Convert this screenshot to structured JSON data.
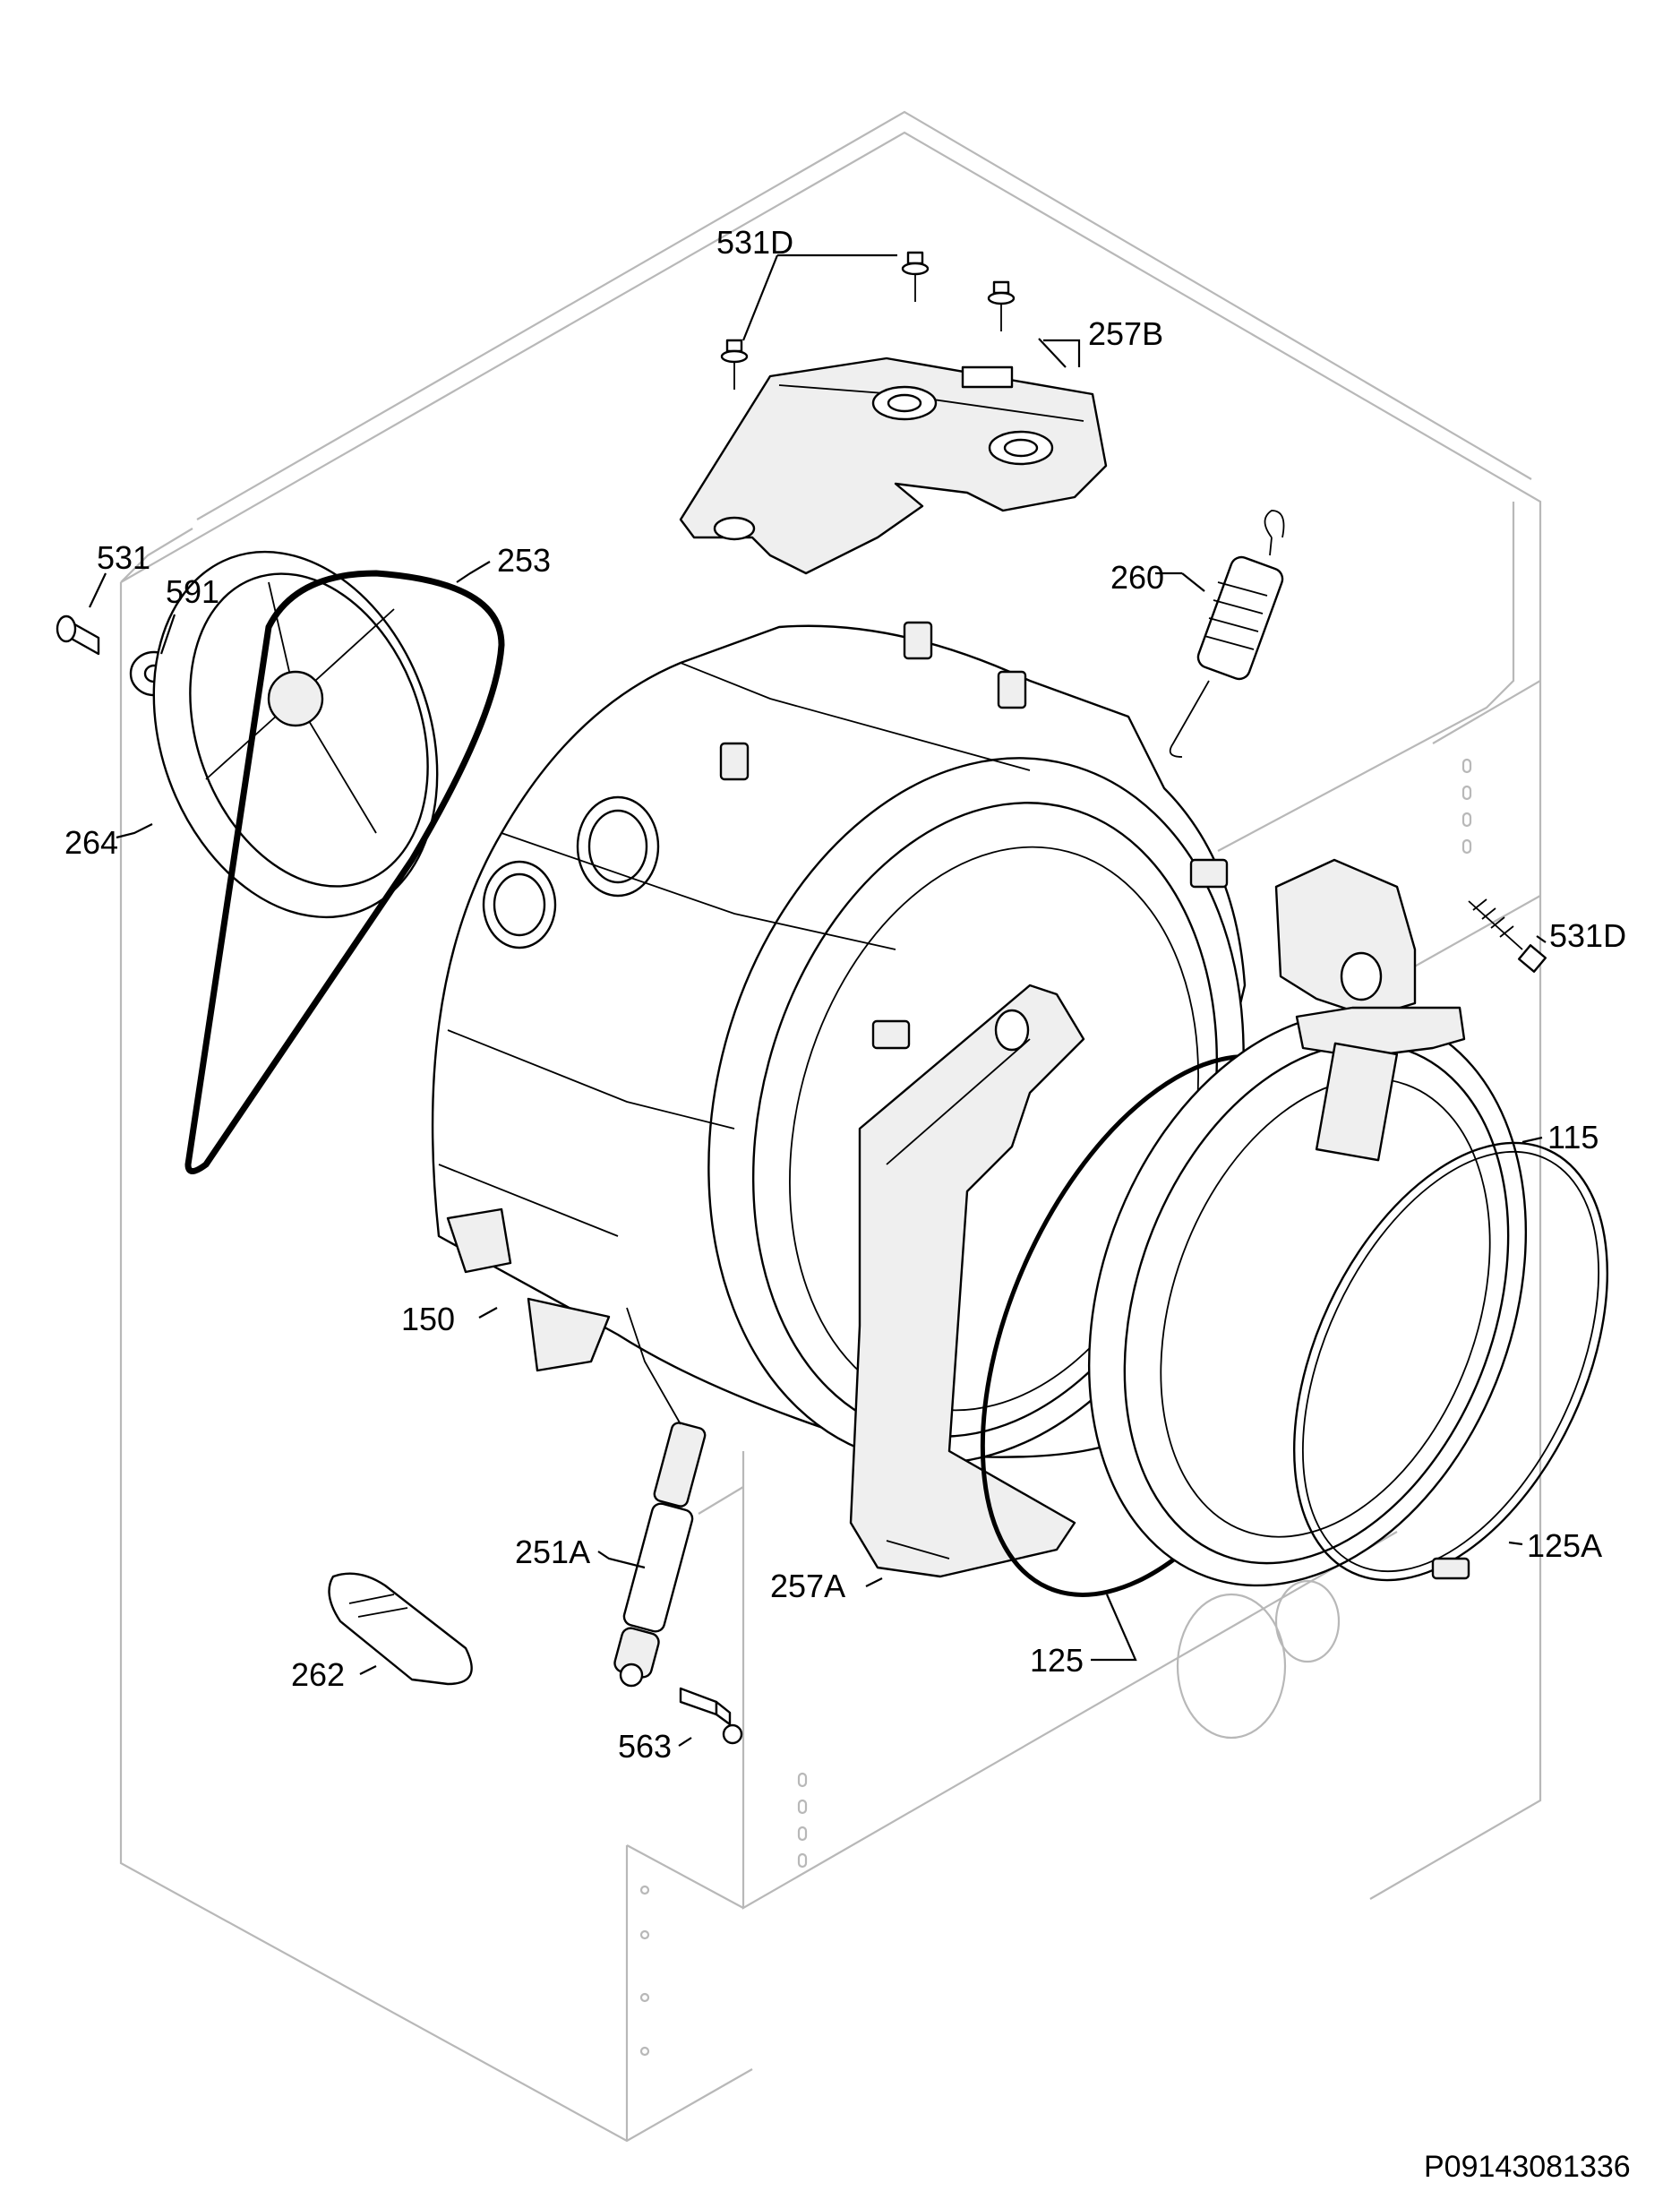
{
  "diagram": {
    "part_labels": {
      "p531D_top": "531D",
      "p257B": "257B",
      "p531": "531",
      "p591": "591",
      "p253": "253",
      "p260": "260",
      "p264": "264",
      "p531D_right": "531D",
      "p115": "115",
      "p150": "150",
      "p125A": "125A",
      "p251A": "251A",
      "p257A": "257A",
      "p125": "125",
      "p262": "262",
      "p563": "563"
    },
    "drawing_code": "P09143081336"
  }
}
